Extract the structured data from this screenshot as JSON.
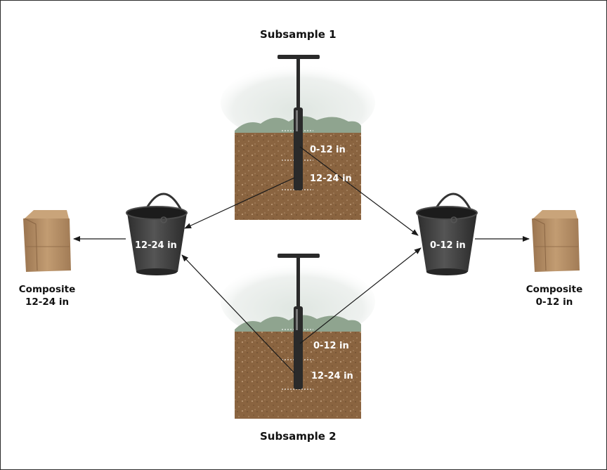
{
  "subsample_top": {
    "title": "Subsample 1",
    "depth_upper": "0-12 in",
    "depth_lower": "12-24 in"
  },
  "subsample_bottom": {
    "title": "Subsample 2",
    "depth_upper": "0-12 in",
    "depth_lower": "12-24 in"
  },
  "bucket_left": {
    "label": "12-24 in"
  },
  "bucket_right": {
    "label": "0-12 in"
  },
  "composite_left": {
    "line1": "Composite",
    "line2": "12-24 in"
  },
  "composite_right": {
    "line1": "Composite",
    "line2": "0-12 in"
  },
  "colors": {
    "soil": "#8a6440",
    "grass": "#8fa48f",
    "mist": "#e7ece8",
    "bucket": "#3a3a3a",
    "bag": "#b08a62",
    "probe": "#2a2a2a",
    "arrow": "#1a1a1a"
  }
}
